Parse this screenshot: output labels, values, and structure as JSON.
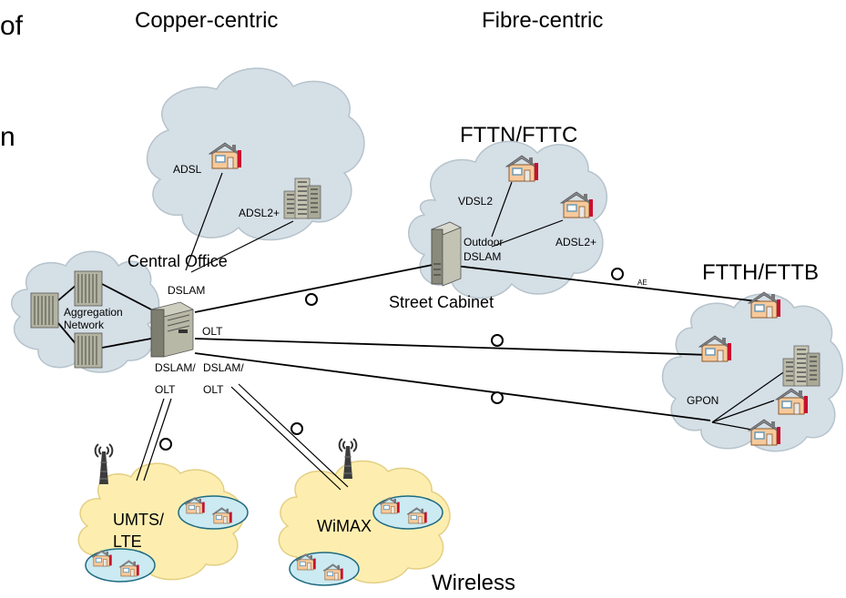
{
  "colors": {
    "cloud_gray": "#d5dfe6",
    "cloud_yellow": "#fdeeb0",
    "house_body": "#f7c99b",
    "house_roof": "#8a8e94",
    "chimney": "#c8102e",
    "building": "#b8b8a6",
    "equipment": "#9a9a8a"
  },
  "left_fragments": [
    "of",
    "n"
  ],
  "headings": {
    "copper": "Copper-centric",
    "fibre": "Fibre-centric",
    "fttn": "FTTN/FTTC",
    "ftth": "FTTH/FTTB",
    "wireless": "Wireless"
  },
  "labels": {
    "adsl": "ADSL",
    "adsl2plus_co": "ADSL2+",
    "central_office": "Central Office",
    "dslam_co": "DSLAM",
    "olt_co": "OLT",
    "aggregation": "Aggregation",
    "network": "Network",
    "dslam_left": "DSLAM/",
    "dslam_right": "DSLAM/",
    "olt_left": "OLT",
    "olt_right": "OLT",
    "vdsl2": "VDSL2",
    "outdoor": "Outdoor",
    "dslam_outdoor": "DSLAM",
    "adsl2plus_cab": "ADSL2+",
    "street_cabinet": "Street Cabinet",
    "ae": "AE",
    "gpon": "GPON",
    "umts": "UMTS/",
    "lte": "LTE",
    "wimax": "WiMAX"
  },
  "icons": {
    "house": "house-icon",
    "office_building": "office-building-icon",
    "rack": "equipment-rack-icon",
    "tower": "radio-tower-icon",
    "cabinet": "street-cabinet-icon",
    "fibre_ring": "fibre-ring-icon"
  }
}
